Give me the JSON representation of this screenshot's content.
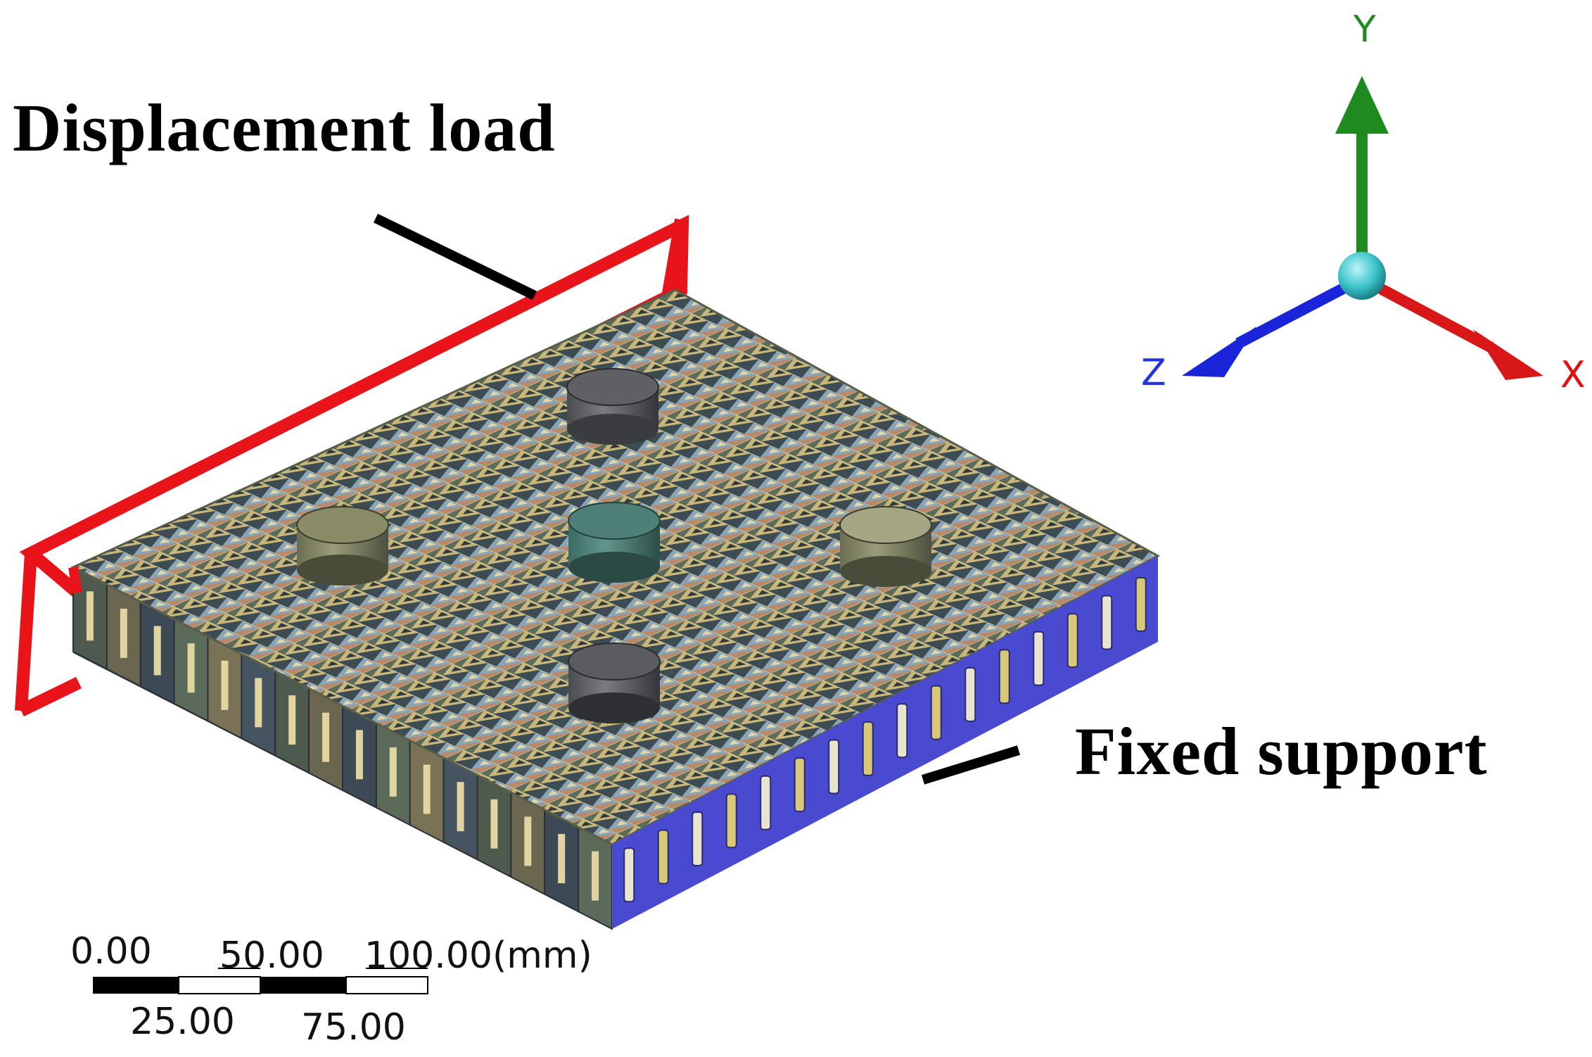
{
  "labels": {
    "displacement_load": "Displacement load",
    "fixed_support": "Fixed support"
  },
  "axes": {
    "y": "Y",
    "z": "Z",
    "x": "X"
  },
  "scale_bar": {
    "t0": "0.00",
    "t25": "25.00",
    "t50": "50.00",
    "t75": "75.00",
    "t100": "100.00(mm)"
  },
  "colors": {
    "displacement_frame": "#e8141a",
    "fixed_face": "#4a4ad0",
    "axis_y": "#1f8a1f",
    "axis_x": "#d81818",
    "axis_z": "#1a24d8",
    "origin": "#3cc6cc"
  }
}
